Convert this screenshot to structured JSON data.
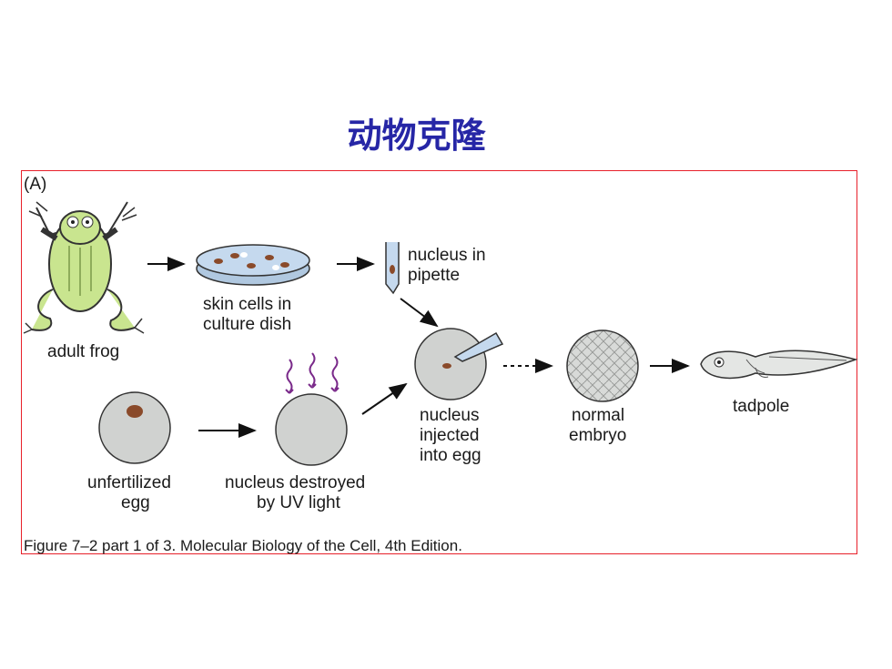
{
  "slide": {
    "title": "动物克隆"
  },
  "figure": {
    "panel_label": "(A)",
    "labels": {
      "adult_frog": "adult frog",
      "skin_cells_1": "skin cells in",
      "skin_cells_2": "culture dish",
      "nucleus_pipette_1": "nucleus in",
      "nucleus_pipette_2": "pipette",
      "unfertilized_1": "unfertilized",
      "unfertilized_2": "egg",
      "destroyed_1": "nucleus destroyed",
      "destroyed_2": "by UV light",
      "injected_1": "nucleus",
      "injected_2": "injected",
      "injected_3": "into egg",
      "embryo_1": "normal",
      "embryo_2": "embryo",
      "tadpole": "tadpole"
    },
    "caption": "Figure 7–2 part 1 of 3. Molecular Biology of the Cell, 4th Edition."
  },
  "colors": {
    "title": "#2626a6",
    "frame_border": "#e8202a",
    "frog_fill": "#c9e58f",
    "egg_fill": "#d0d2d0",
    "nucleus_fill": "#8a4a2a",
    "dish_fill": "#c5d9ee",
    "uv_rays": "#7a2a8a"
  }
}
